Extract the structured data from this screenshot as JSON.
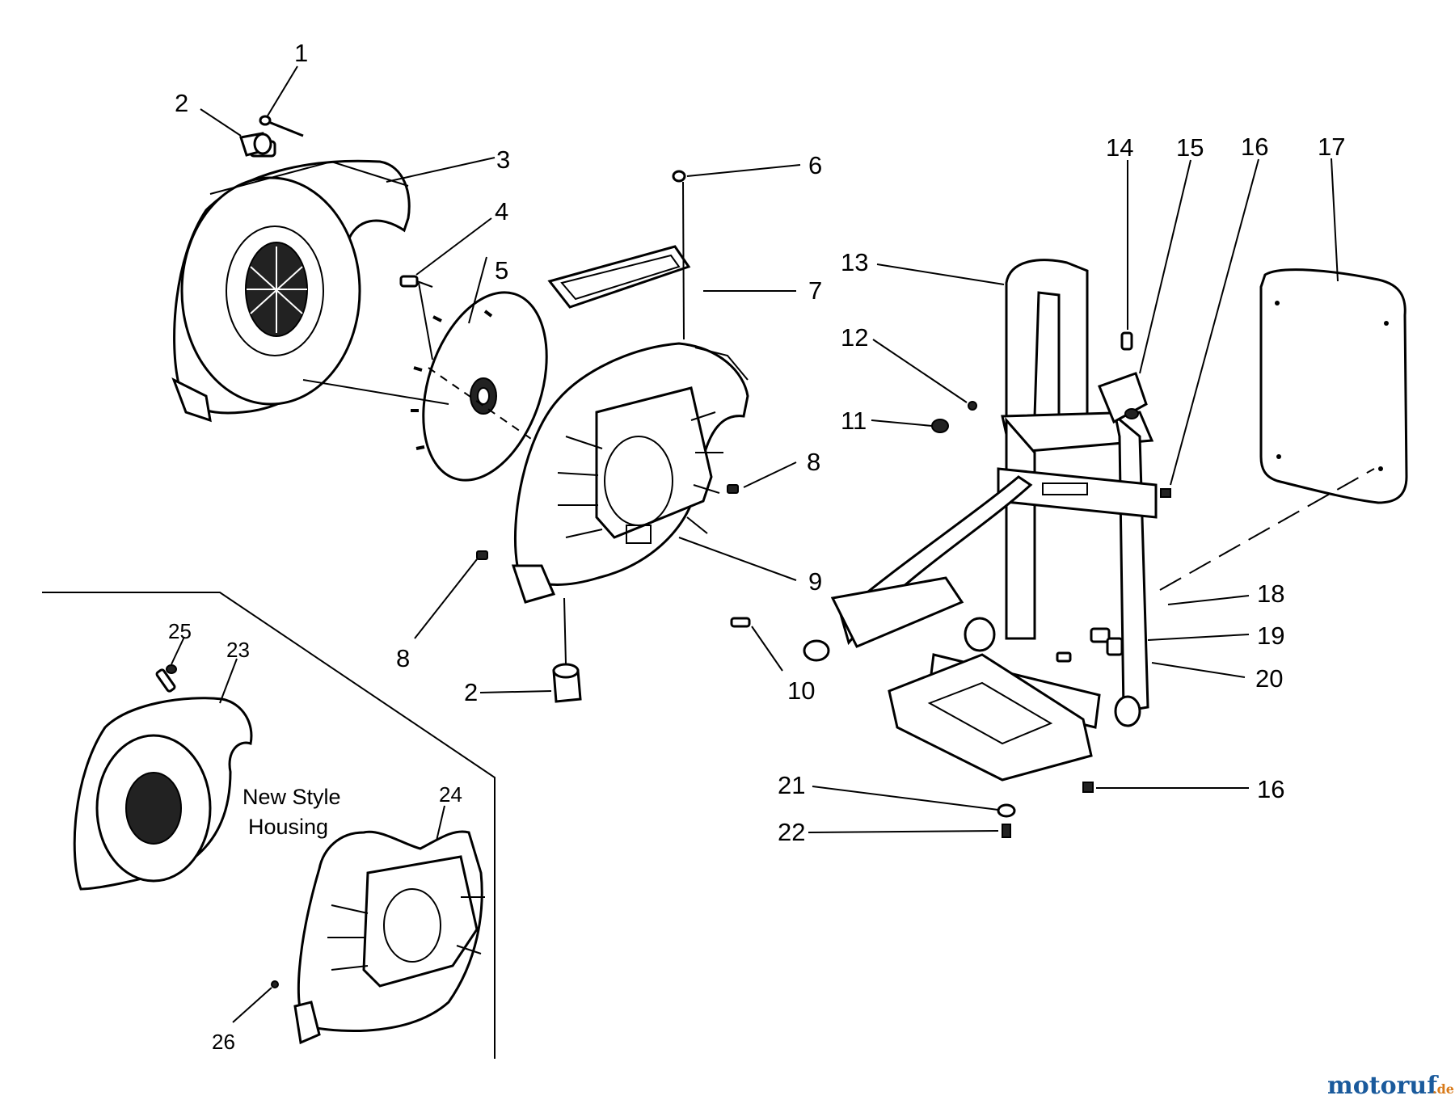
{
  "callouts": {
    "c1": "1",
    "c2a": "2",
    "c3": "3",
    "c4": "4",
    "c5": "5",
    "c6": "6",
    "c7": "7",
    "c8a": "8",
    "c9": "9",
    "c8b": "8",
    "c2b": "2",
    "c10": "10",
    "c13": "13",
    "c14": "14",
    "c15": "15",
    "c16a": "16",
    "c17": "17",
    "c12": "12",
    "c11": "11",
    "c18": "18",
    "c19": "19",
    "c20": "20",
    "c21": "21",
    "c16b": "16",
    "c22": "22",
    "c25": "25",
    "c23": "23",
    "c24": "24",
    "c26": "26"
  },
  "inset": {
    "line1": "New Style",
    "line2": "Housing"
  },
  "watermark": {
    "brand": "motoruf",
    "suffix": ".de",
    "color_main": "#1a5a9c",
    "color_accent": "#d87a1a"
  }
}
